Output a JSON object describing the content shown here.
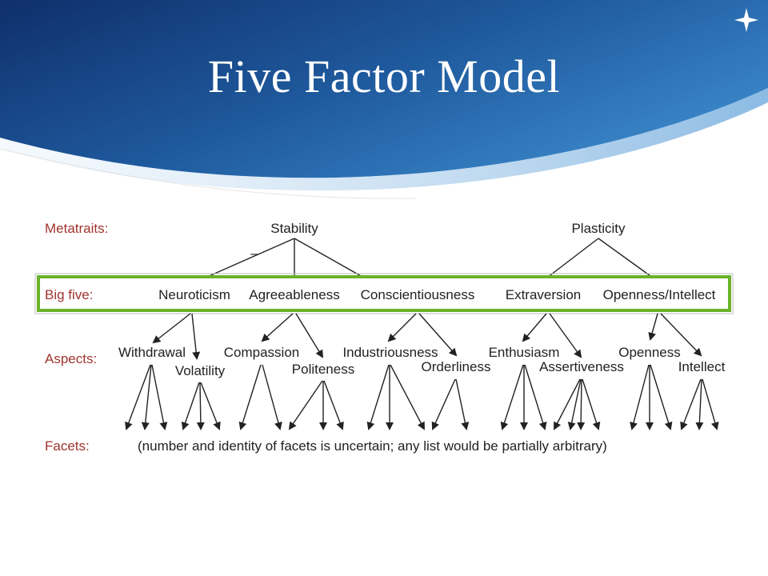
{
  "slide": {
    "title": "Five Factor Model",
    "colors": {
      "header_dark": "#123a7a",
      "header_light": "#3c7fc4",
      "highlight_border": "#6bb22a",
      "row_label": "#a0342f"
    }
  },
  "rows": {
    "metatraits": "Metatraits:",
    "big_five": "Big five:",
    "aspects": "Aspects:",
    "facets": "Facets:"
  },
  "metatraits": {
    "stability": "Stability",
    "plasticity": "Plasticity",
    "minus_sign": "–"
  },
  "big_five": {
    "neuroticism": "Neuroticism",
    "agreeableness": "Agreeableness",
    "conscientiousness": "Conscientiousness",
    "extraversion": "Extraversion",
    "openness_intellect": "Openness/Intellect"
  },
  "aspects": {
    "withdrawal": "Withdrawal",
    "volatility": "Volatility",
    "compassion": "Compassion",
    "politeness": "Politeness",
    "industriousness": "Industriousness",
    "orderliness": "Orderliness",
    "enthusiasm": "Enthusiasm",
    "assertiveness": "Assertiveness",
    "openness": "Openness",
    "intellect": "Intellect"
  },
  "facets": {
    "note": "(number and identity of facets is uncertain; any list would be partially arbitrary)"
  },
  "icons": {
    "corner": "four-point-star-icon"
  }
}
